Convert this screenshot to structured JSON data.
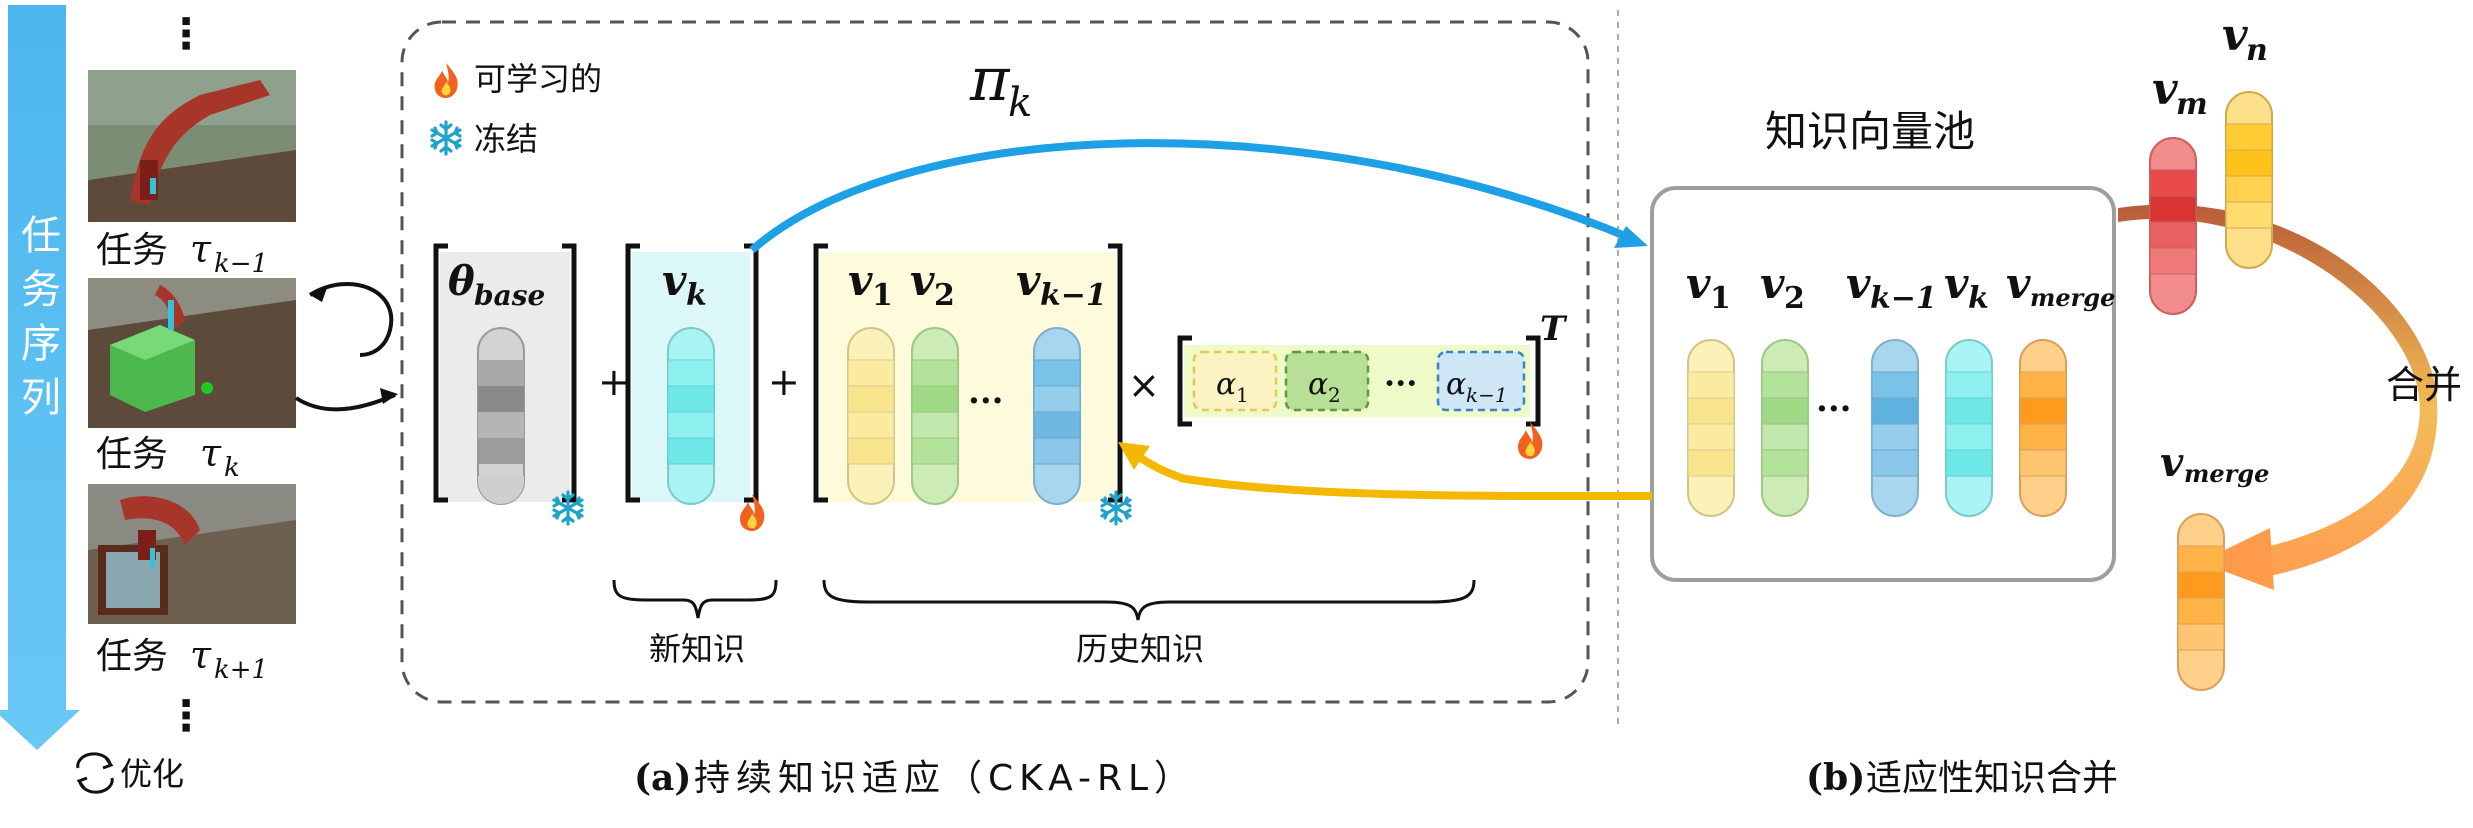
{
  "colors": {
    "timeline": "#5bc0f0",
    "blue_arrow": "#1ea0e6",
    "orange_arrow": "#f5b800",
    "base_fill": "#ebebeb",
    "new_fill": "#dcf7f7",
    "hist_fill": "#fefbdc",
    "alpha_fill": "#eefac8",
    "pool_border": "#9e9e9e"
  },
  "timeline": {
    "label": "任务序列",
    "dots": "⋮",
    "refine_icon": "refresh-cycle-icon",
    "refine_label": "优化"
  },
  "tasks": [
    {
      "prefix": "任务",
      "tau": "τ",
      "sub": "k−1"
    },
    {
      "prefix": "任务",
      "tau": "τ",
      "sub": "k"
    },
    {
      "prefix": "任务",
      "tau": "τ",
      "sub": "k+1"
    }
  ],
  "legend": {
    "trainable_icon": "fire-icon",
    "trainable": "可学习的",
    "frozen_icon": "snowflake-icon",
    "frozen": "冻结"
  },
  "panel_a": {
    "policy": "π",
    "policy_sub": "k",
    "theta": "θ",
    "theta_sub": "base",
    "vk": "v",
    "vk_sub": "k",
    "v1": "v",
    "v1_sub": "1",
    "v2": "v",
    "v2_sub": "2",
    "vkm1": "v",
    "vkm1_sub": "k−1",
    "plus": "+",
    "times": "×",
    "ellipsis": "···",
    "alpha": "α",
    "alpha_subs": [
      "1",
      "2",
      "k−1"
    ],
    "transpose": "T",
    "new_knowledge": "新知识",
    "history_knowledge": "历史知识",
    "caption_label": "(a)",
    "caption_text": "持续知识适应（CKA-RL）"
  },
  "panel_b": {
    "pool_title": "知识向量池",
    "v": "v",
    "subs": [
      "1",
      "2",
      "k−1",
      "k",
      "merge"
    ],
    "ellipsis": "···",
    "vm": "v",
    "vm_sub": "m",
    "vn": "v",
    "vn_sub": "n",
    "merge_label": "合并",
    "vmerge": "v",
    "vmerge_sub": "merge",
    "caption_label": "(b)",
    "caption_text": "适应性知识合并"
  }
}
